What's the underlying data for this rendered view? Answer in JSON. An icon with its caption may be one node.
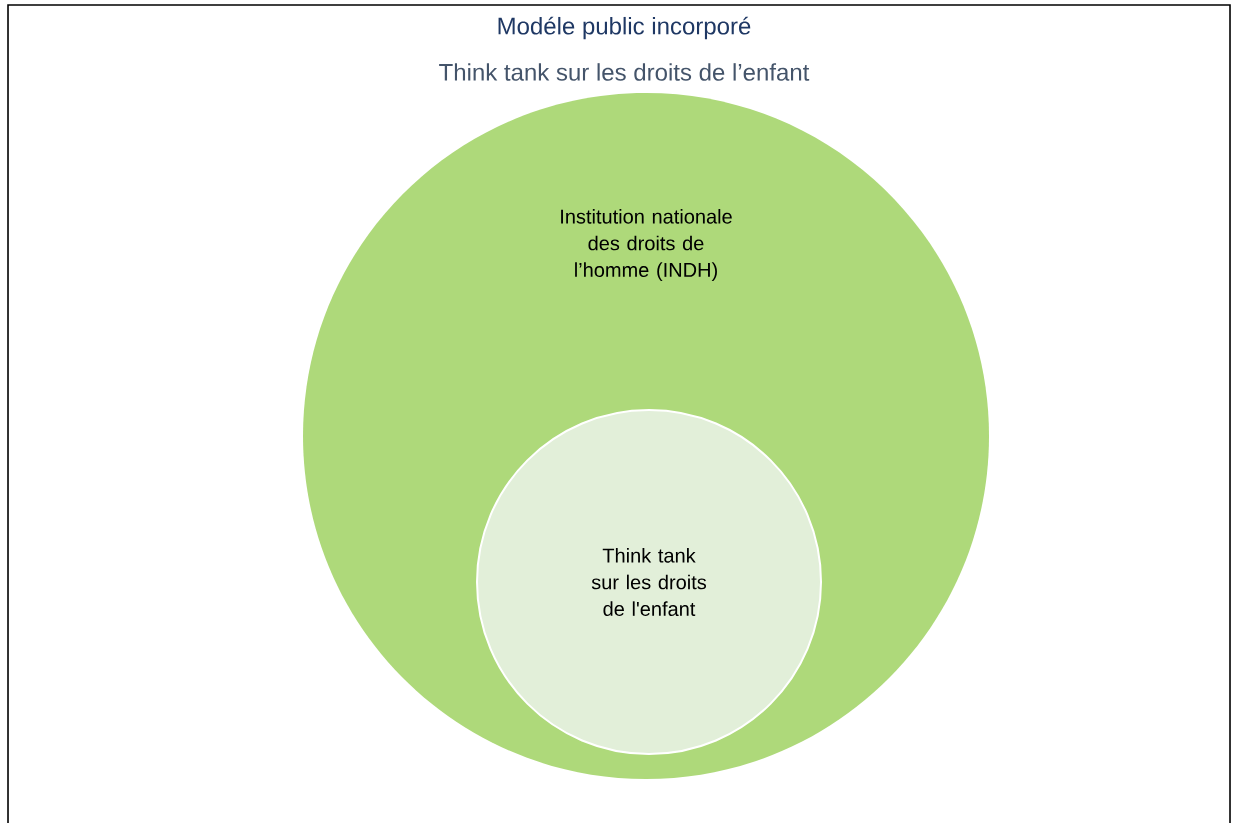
{
  "diagram": {
    "title": "Modéle public incorporé",
    "nodes": [
      {
        "text": [
          "Institution nationale des droits de l’homme (INDH)"
        ]
      },
      {
        "text": [
          "Think tank sur les droits de l'enfant"
        ],
        "in": 0
      }
    ],
    "labels": [
      "Think tank sur les droits de l’enfant"
    ]
  }
}
